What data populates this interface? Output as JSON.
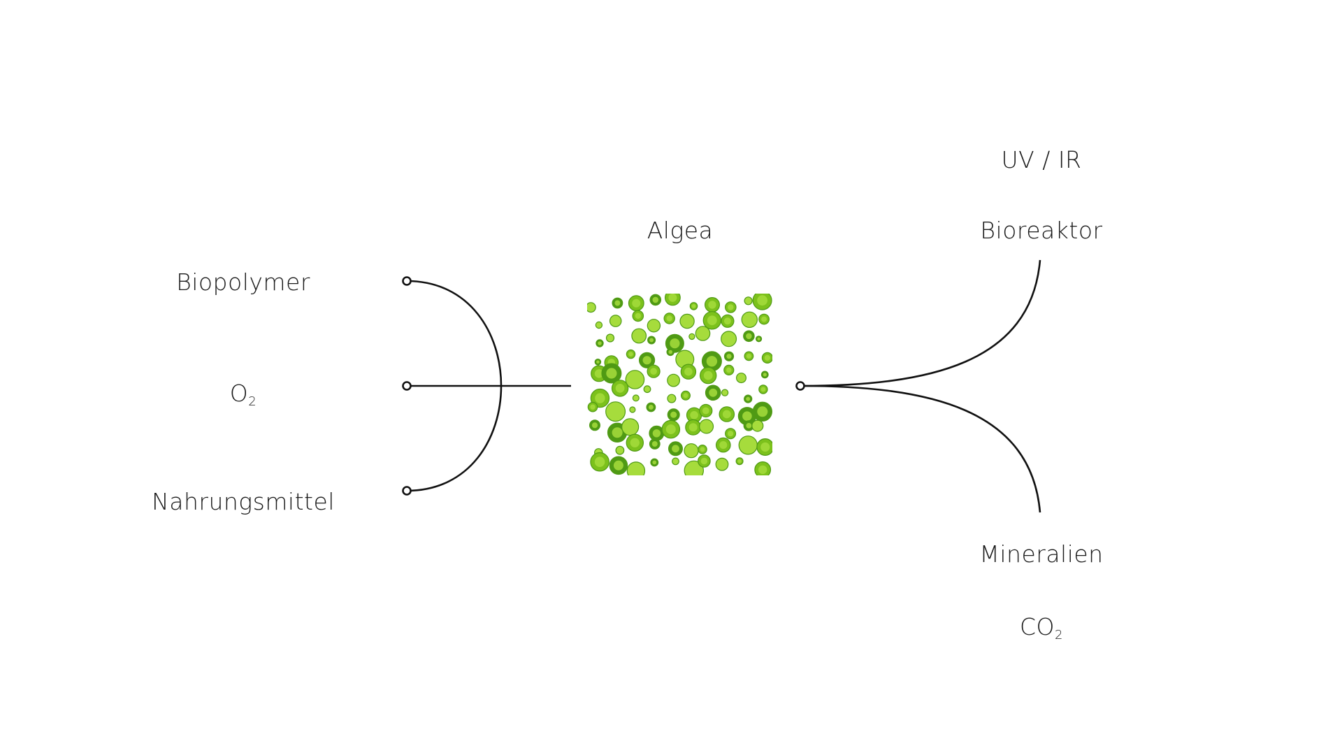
{
  "inputs": {
    "biopolymer": "Biopolymer",
    "o2": {
      "base": "O",
      "sub": "2"
    },
    "nahrungsmittel": "Nahrungsmittel"
  },
  "center": {
    "label": "Algea",
    "image": "algae-cells-illustration"
  },
  "outputs": {
    "uv_ir": "UV / IR",
    "bioreaktor": "Bioreaktor",
    "mineralien": "Mineralien",
    "co2": {
      "base": "CO",
      "sub": "2"
    }
  },
  "colors": {
    "line": "#111111",
    "cell_light": "#a6dc3c",
    "cell_mid": "#7cc11c",
    "cell_dark": "#4f9a14",
    "background": "#ffffff"
  }
}
